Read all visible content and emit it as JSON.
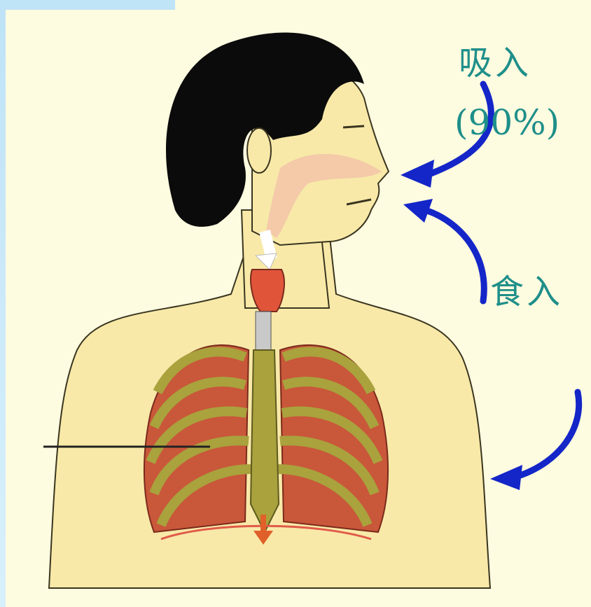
{
  "labels": {
    "inhalation": "吸入",
    "inhalation_percent": "(90%)",
    "ingestion": "食入"
  },
  "colors": {
    "label_text": "#1f8f8a",
    "arrow_blue": "#1426c8",
    "skin": "#f8e9a8",
    "lung": "#c9573a",
    "rib": "#a9a23d",
    "hair": "#0b0b0b"
  },
  "icons": [
    "inhalation-arrow-icon",
    "ingestion-arrow-icon",
    "skin-contact-arrow-icon",
    "airflow-arrow-icon",
    "diaphragm-arrow-icon"
  ]
}
